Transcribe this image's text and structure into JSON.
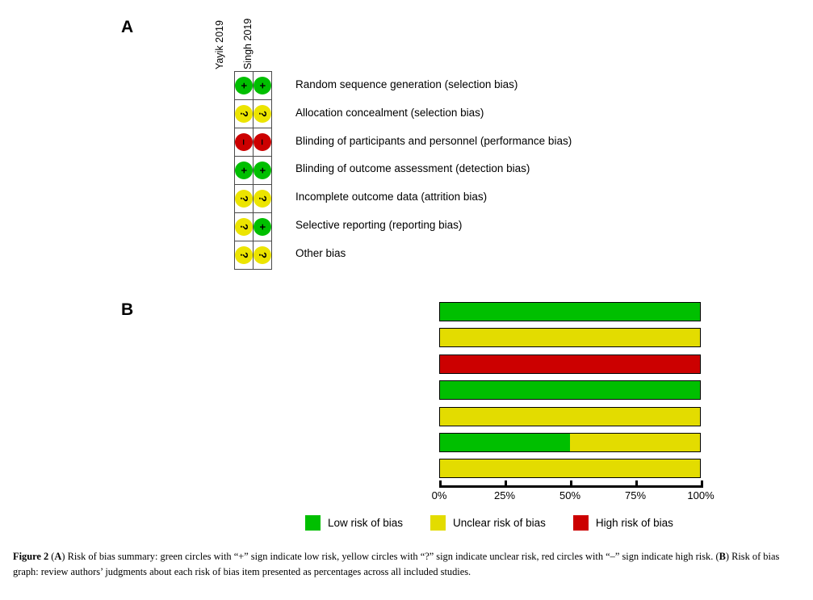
{
  "figure": {
    "panel_a_letter": "A",
    "panel_b_letter": "B",
    "caption_prefix": "Figure 2",
    "caption_a_tag": "A",
    "caption_a_text": ") Risk of bias summary: green circles with “+” sign indicate low risk, yellow circles with “?” sign indicate unclear risk, red circles with “–” sign indicate high risk. (",
    "caption_b_tag": "B",
    "caption_b_text": ") Risk of bias graph: review authors’ judgments about each risk of bias item presented as percentages across all included studies."
  },
  "colors": {
    "low": "#00bf00",
    "unclear": "#e3dc00",
    "high": "#cc0000",
    "grid_border": "#4a4a4a",
    "axis": "#000000"
  },
  "panel_a": {
    "studies": [
      "Yayik 2019",
      "Singh 2019"
    ],
    "symbols": {
      "low": "+",
      "unclear": "?",
      "high": "–"
    },
    "rows": [
      {
        "label": "Random sequence generation (selection bias)",
        "judgements": [
          "low",
          "low"
        ]
      },
      {
        "label": "Allocation concealment (selection bias)",
        "judgements": [
          "unclear",
          "unclear"
        ]
      },
      {
        "label": "Blinding of participants and personnel (performance bias)",
        "judgements": [
          "high",
          "high"
        ]
      },
      {
        "label": "Blinding of outcome assessment (detection bias)",
        "judgements": [
          "low",
          "low"
        ]
      },
      {
        "label": "Incomplete outcome data (attrition bias)",
        "judgements": [
          "unclear",
          "unclear"
        ]
      },
      {
        "label": "Selective reporting (reporting bias)",
        "judgements": [
          "unclear",
          "low"
        ]
      },
      {
        "label": "Other bias",
        "judgements": [
          "unclear",
          "unclear"
        ]
      }
    ]
  },
  "chart_data": {
    "type": "bar",
    "title": "Risk of bias graph",
    "xlabel": "",
    "ylabel": "",
    "xlim": [
      0,
      100
    ],
    "grid": false,
    "orientation": "horizontal",
    "stacked": true,
    "legend_position": "bottom",
    "tick_labels": [
      "0%",
      "25%",
      "50%",
      "75%",
      "100%"
    ],
    "tick_values": [
      0,
      25,
      50,
      75,
      100
    ],
    "categories": [
      "Random sequence generation (selection bias)",
      "Allocation concealment (selection bias)",
      "Blinding of participants and personnel (performance bias)",
      "Blinding of outcome assessment (detection bias)",
      "Incomplete outcome data (attrition bias)",
      "Selective reporting (reporting bias)",
      "Other bias"
    ],
    "series": [
      {
        "name": "Low risk of bias",
        "key": "low",
        "color": "#00bf00",
        "values": [
          100,
          0,
          0,
          100,
          0,
          50,
          0
        ]
      },
      {
        "name": "Unclear risk of bias",
        "key": "unclear",
        "color": "#e3dc00",
        "values": [
          0,
          100,
          0,
          0,
          100,
          50,
          100
        ]
      },
      {
        "name": "High risk of bias",
        "key": "high",
        "color": "#cc0000",
        "values": [
          0,
          0,
          100,
          0,
          0,
          0,
          0
        ]
      }
    ],
    "legend": [
      {
        "label": "Low risk of bias",
        "key": "low"
      },
      {
        "label": "Unclear risk of bias",
        "key": "unclear"
      },
      {
        "label": "High risk of bias",
        "key": "high"
      }
    ]
  }
}
